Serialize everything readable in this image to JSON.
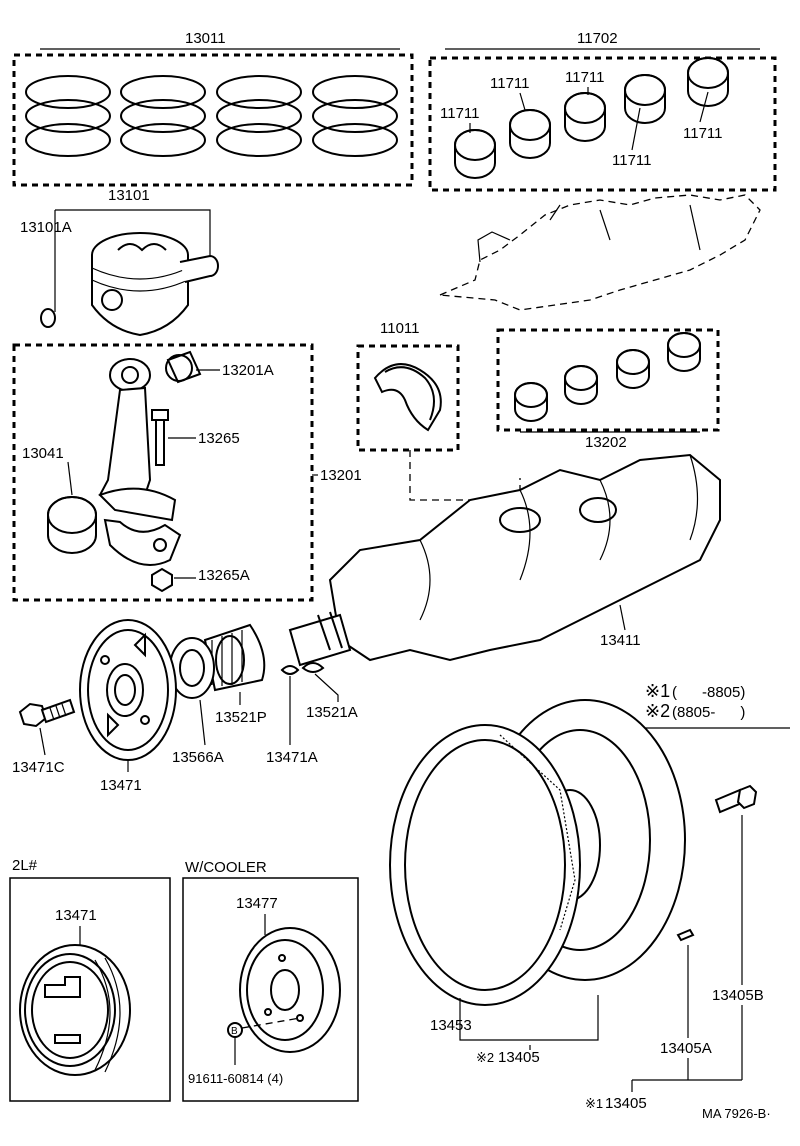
{
  "groups": {
    "piston_rings": "13011",
    "main_bearing_set": "11702",
    "piston_assembly": "13101",
    "conrod_assembly": "13201",
    "thrust_washer_set": "11011",
    "conrod_bearing_set": "13202",
    "option_2l": "2L#",
    "option_cooler": "W/COOLER"
  },
  "parts": {
    "main_bearing": "11711",
    "piston_snap_ring": "13101A",
    "conrod_bushing": "13201A",
    "conrod_bolt": "13265",
    "conrod": "13041",
    "conrod_nut": "13265A",
    "crankshaft": "13411",
    "crank_gear": "13521P",
    "crank_key": "13521A",
    "oil_slinger": "13566A",
    "pulley_key": "13471A",
    "pulley_bolt": "13471C",
    "crank_pulley": "13471",
    "pulley_2l": "13471",
    "damper_cooler": "13477",
    "damper_bolt": "91611-60814 (4)",
    "bolt_marker": "B",
    "ring_gear": "13453",
    "flywheel_note2": "13405",
    "flywheel_note1": "13405",
    "flywheel_pin": "13405A",
    "flywheel_bolt": "13405B"
  },
  "notes": {
    "mark1_symbol": "※1",
    "mark1_range": "(      -8805)",
    "mark2_symbol": "※2",
    "mark2_range": "(8805-      )",
    "mark_small1": "※1",
    "mark_small2": "※2"
  },
  "footer": {
    "code": "MA 7926-B·"
  }
}
